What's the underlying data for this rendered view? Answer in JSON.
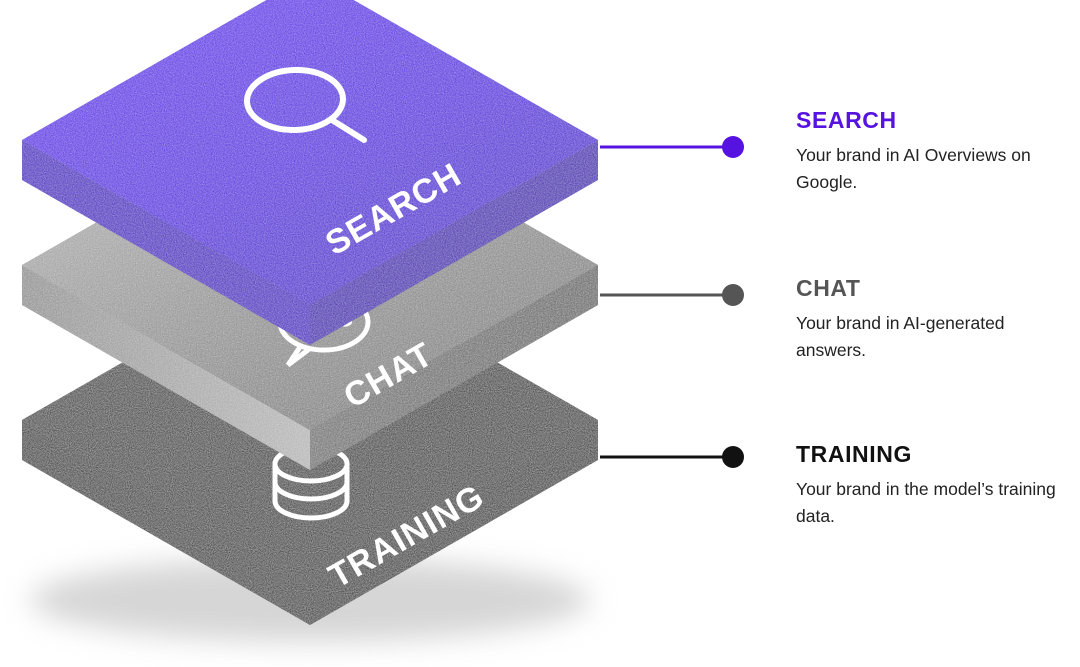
{
  "diagram": {
    "type": "exploded-isometric-layer-stack",
    "background": "#ffffff",
    "layers": [
      {
        "id": "search",
        "label": "SEARCH",
        "icon": "magnifying-glass-icon",
        "color": "#5612e0",
        "top_color": "#5a17e6",
        "left_color": "#4a0bc4",
        "right_color": "#4a0bc4",
        "order": 1
      },
      {
        "id": "chat",
        "label": "CHAT",
        "icon": "speech-bubble-icon",
        "color": "#8d8d8d",
        "top_color": "#9a9a9a",
        "left_color": "#7b7b7b",
        "right_color": "#6e6e6e",
        "order": 2
      },
      {
        "id": "training",
        "label": "TRAINING",
        "icon": "database-cylinder-icon",
        "color": "#1a1a1a",
        "top_color": "#242424",
        "left_color": "#141414",
        "right_color": "#0d0d0d",
        "order": 3
      }
    ]
  },
  "legend": {
    "items": [
      {
        "id": "search",
        "title": "SEARCH",
        "description": "Your brand in AI Overviews on Google.",
        "title_color": "#5612e0",
        "connector_color": "#5612e0",
        "dot_color": "#5612e0"
      },
      {
        "id": "chat",
        "title": "CHAT",
        "description": "Your brand in AI-generated answers.",
        "title_color": "#555555",
        "connector_color": "#555555",
        "dot_color": "#555555"
      },
      {
        "id": "training",
        "title": "TRAINING",
        "description": "Your brand in the model’s training data.",
        "title_color": "#111111",
        "connector_color": "#111111",
        "dot_color": "#111111"
      }
    ]
  }
}
